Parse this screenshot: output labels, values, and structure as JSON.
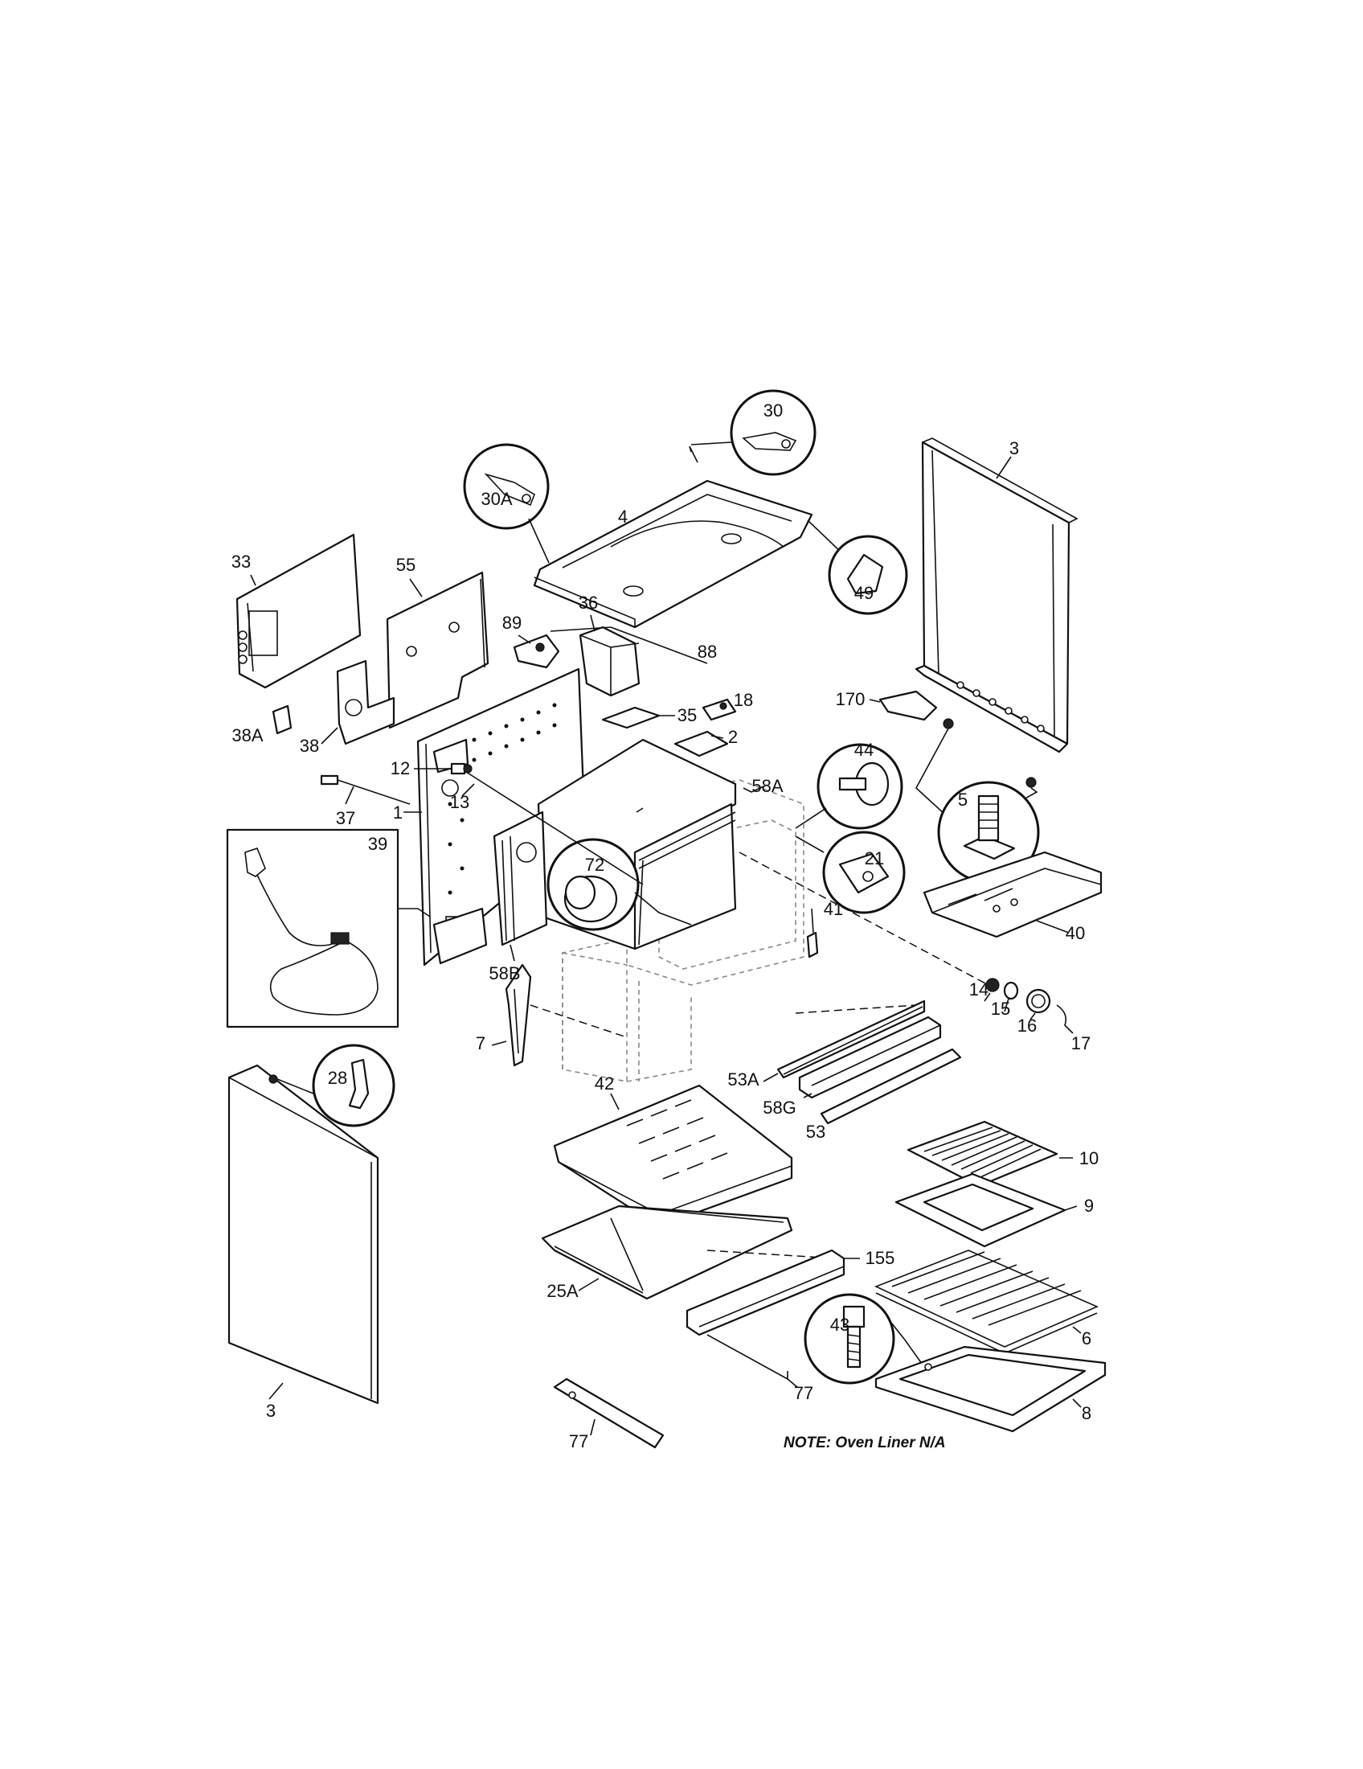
{
  "labels": {
    "p30": "30",
    "p30A": "30A",
    "p4": "4",
    "p3_top": "3",
    "p49": "49",
    "p33": "33",
    "p55": "55",
    "p36": "36",
    "p89": "89",
    "p88": "88",
    "p18": "18",
    "p35": "35",
    "p2": "2",
    "p170": "170",
    "p44": "44",
    "p5": "5",
    "p38A": "38A",
    "p38": "38",
    "p12": "12",
    "p58A": "58A",
    "p13": "13",
    "p37": "37",
    "p21": "21",
    "p1": "1",
    "p39": "39",
    "p72": "72",
    "p40": "40",
    "p41": "41",
    "p58B": "58B",
    "p14": "14",
    "p15": "15",
    "p16": "16",
    "p17": "17",
    "p7": "7",
    "p53A": "53A",
    "p28": "28",
    "p42": "42",
    "p58G": "58G",
    "p53": "53",
    "p10": "10",
    "p9": "9",
    "p155": "155",
    "p25A": "25A",
    "p6": "6",
    "p43": "43",
    "p3_bottom": "3",
    "p77_right": "77",
    "p8": "8",
    "p77_bottom": "77"
  },
  "note": "NOTE: Oven Liner N/A"
}
